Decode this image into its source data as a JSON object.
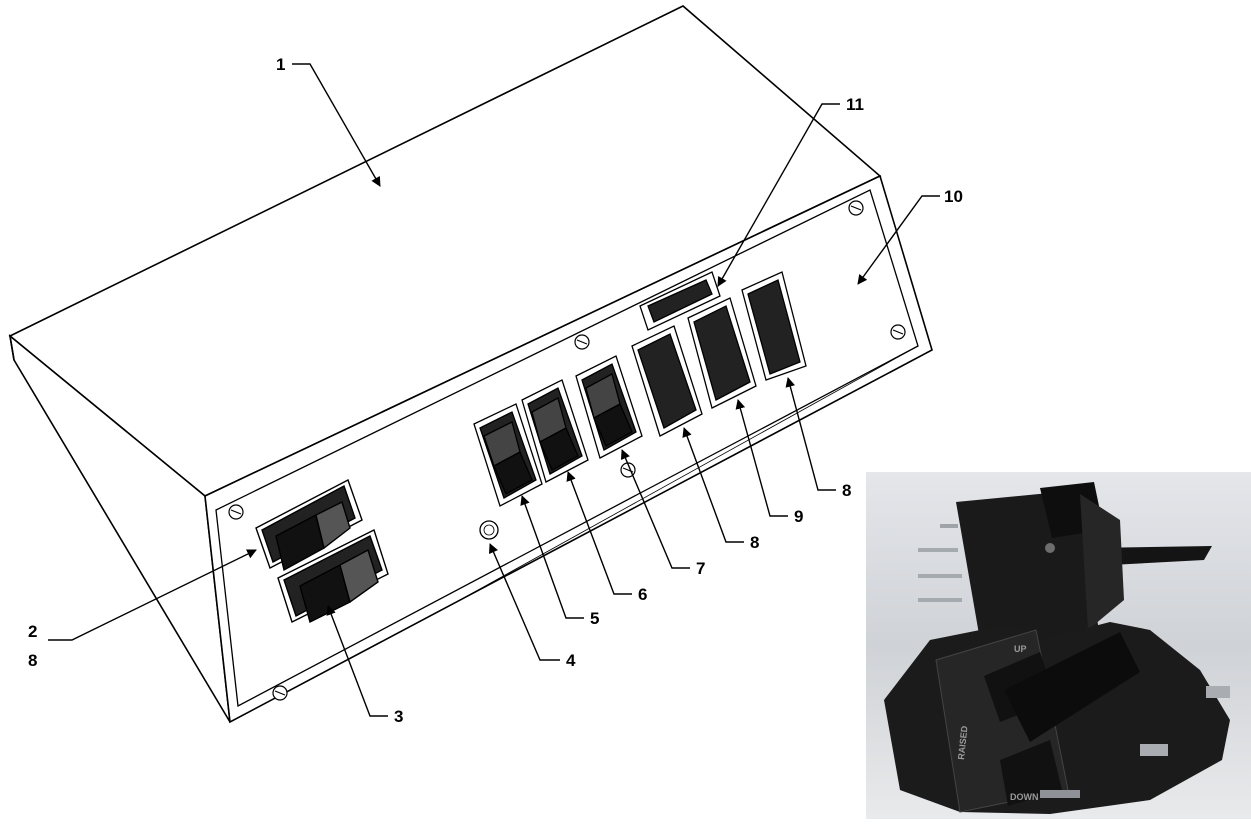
{
  "callouts": {
    "c1": "1",
    "c2": "2",
    "c2b": "8",
    "c3": "3",
    "c4": "4",
    "c5": "5",
    "c6": "6",
    "c7": "7",
    "c8a": "8",
    "c9": "9",
    "c8b": "8",
    "c10": "10",
    "c11": "11"
  },
  "photo": {
    "label_up": "UP",
    "label_raised": "RAISED",
    "label_down": "DOWN"
  }
}
